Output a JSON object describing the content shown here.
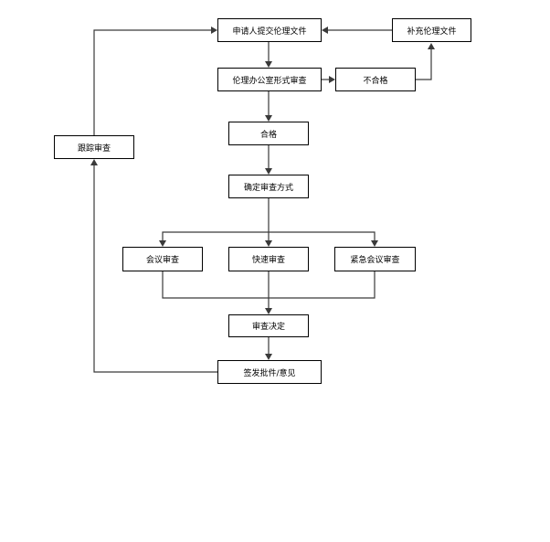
{
  "nodes": {
    "submit": "申请人提交伦理文件",
    "supplement": "补充伦理文件",
    "formal_review": "伦理办公室形式审查",
    "unqualified": "不合格",
    "qualified": "合格",
    "follow_up": "跟踪审查",
    "determine_method": "确定审查方式",
    "meeting_review": "会议审查",
    "expedited_review": "快速审查",
    "emergency_meeting_review": "紧急会议审查",
    "decision": "审查决定",
    "issue_approval": "签发批件/意见"
  }
}
